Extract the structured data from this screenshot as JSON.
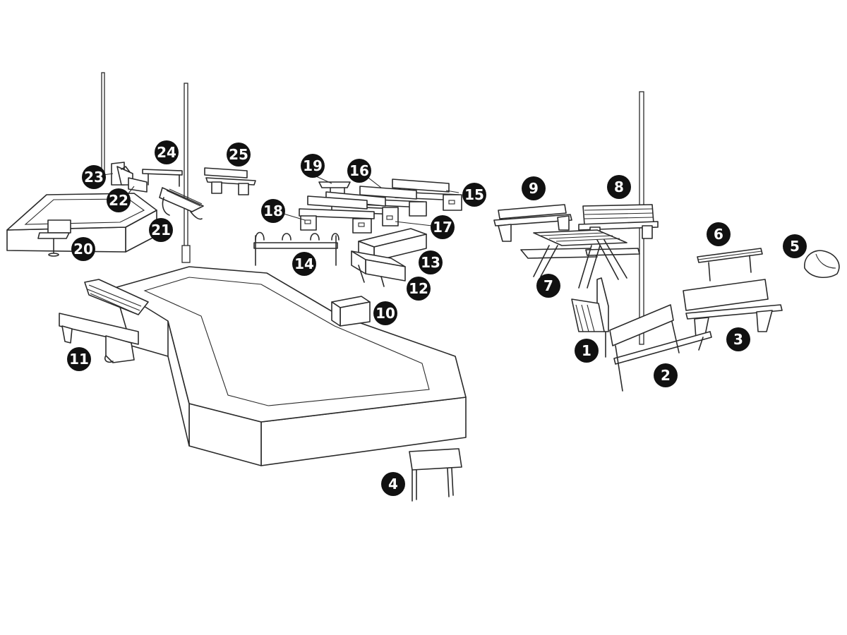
{
  "colors": {
    "line": "#2a2a2a",
    "badge": "#111111",
    "badge_text": "#ffffff",
    "background": "#ffffff"
  },
  "callouts": [
    "1",
    "2",
    "3",
    "4",
    "5",
    "6",
    "7",
    "8",
    "9",
    "10",
    "11",
    "12",
    "13",
    "14",
    "15",
    "16",
    "17",
    "18",
    "19",
    "20",
    "21",
    "22",
    "23",
    "24",
    "25"
  ]
}
